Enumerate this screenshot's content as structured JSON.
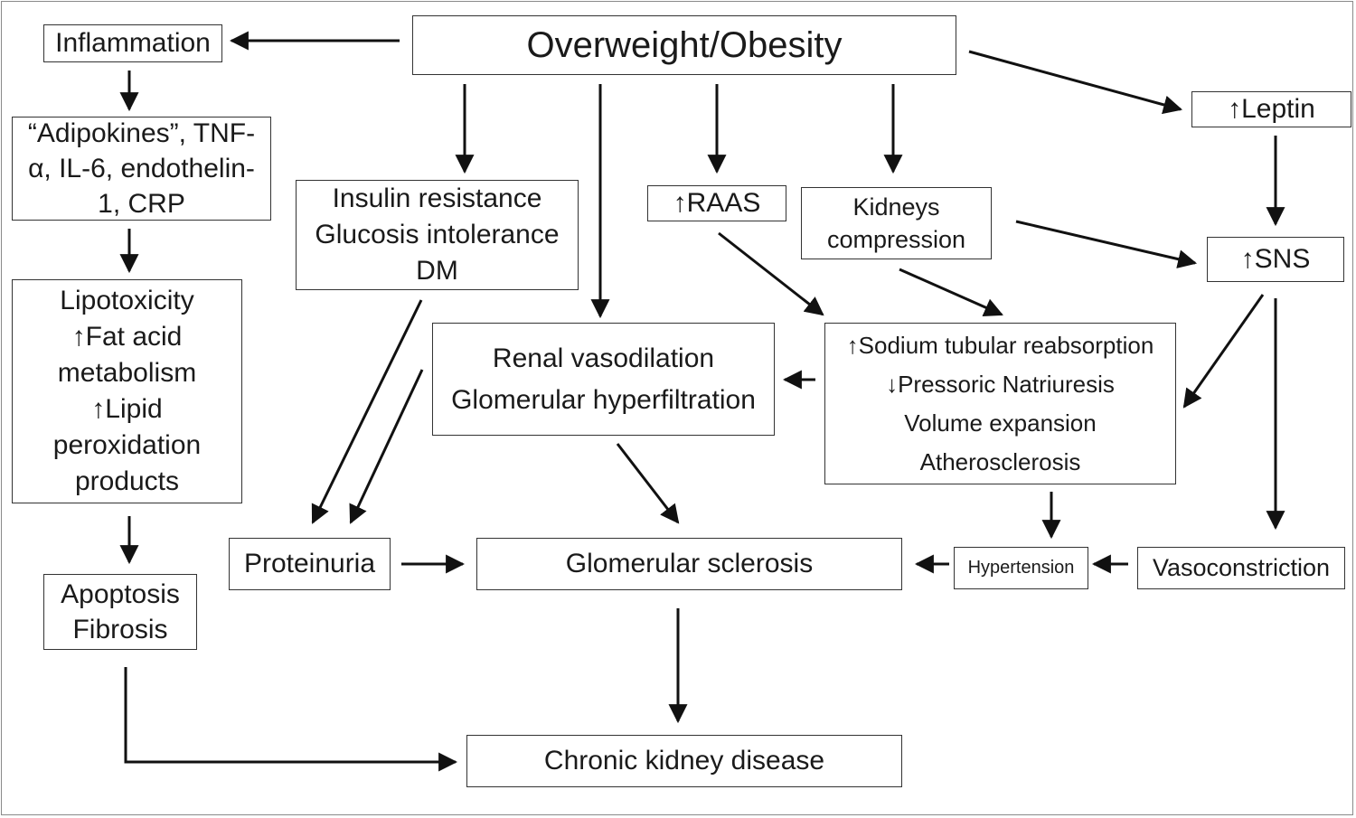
{
  "nodes": {
    "obesity": {
      "lines": [
        "Overweight/Obesity"
      ]
    },
    "inflammation": {
      "lines": [
        "Inflammation"
      ]
    },
    "adipokines": {
      "lines": [
        "“Adipokines”, TNF-",
        "α, IL-6, endothelin-",
        "1, CRP"
      ]
    },
    "lipotoxicity": {
      "lines": [
        "Lipotoxicity",
        "↑Fat acid",
        "metabolism",
        "↑Lipid",
        "peroxidation",
        "products"
      ]
    },
    "apoptosis": {
      "lines": [
        "Apoptosis",
        "Fibrosis"
      ]
    },
    "insulin": {
      "lines": [
        "Insulin resistance",
        "Glucosis intolerance",
        "DM"
      ]
    },
    "raas": {
      "lines": [
        "↑RAAS"
      ]
    },
    "kidneys": {
      "lines": [
        "Kidneys",
        "compression"
      ]
    },
    "leptin": {
      "lines": [
        "↑Leptin"
      ]
    },
    "sns": {
      "lines": [
        "↑SNS"
      ]
    },
    "renal": {
      "lines": [
        "Renal vasodilation",
        "Glomerular hyperfiltration"
      ]
    },
    "sodium": {
      "lines": [
        "↑Sodium tubular reabsorption",
        "↓Pressoric Natriuresis",
        "Volume expansion",
        "Atherosclerosis"
      ]
    },
    "proteinuria": {
      "lines": [
        "Proteinuria"
      ]
    },
    "glomerular_sclerosis": {
      "lines": [
        "Glomerular sclerosis"
      ]
    },
    "hypertension": {
      "lines": [
        "Hypertension"
      ]
    },
    "vasoconstriction": {
      "lines": [
        "Vasoconstriction"
      ]
    },
    "ckd": {
      "lines": [
        "Chronic kidney disease"
      ]
    }
  }
}
